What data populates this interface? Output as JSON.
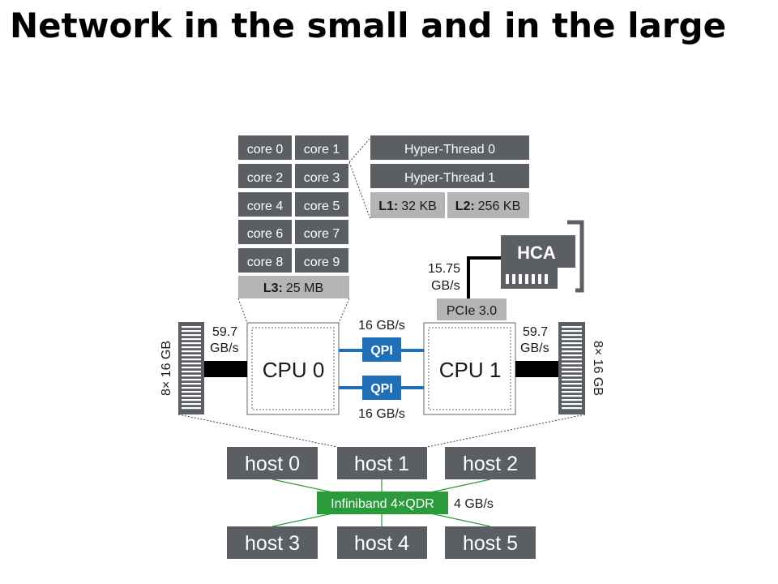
{
  "title": "Network in the small and in the large",
  "node": {
    "cores": [
      "core 0",
      "core 1",
      "core 2",
      "core 3",
      "core 4",
      "core 5",
      "core 6",
      "core 7",
      "core 8",
      "core 9"
    ],
    "l3": {
      "key": "L3:",
      "value": "25 MB"
    },
    "hyper_threads": [
      "Hyper-Thread 0",
      "Hyper-Thread 1"
    ],
    "l1": {
      "key": "L1:",
      "value": "32 KB"
    },
    "l2": {
      "key": "L2:",
      "value": "256 KB"
    },
    "hca": "HCA",
    "pcie_bandwidth": [
      "15.75",
      "GB/s"
    ],
    "pcie": "PCIe 3.0",
    "cpus": [
      "CPU 0",
      "CPU 1"
    ],
    "qpi": [
      "QPI",
      "QPI"
    ],
    "qpi_bandwidth": "16 GB/s",
    "mem_bandwidth": [
      "59.7",
      "GB/s"
    ],
    "memory": "8× 16 GB"
  },
  "cluster": {
    "hosts": [
      "host 0",
      "host 1",
      "host 2",
      "host 3",
      "host 4",
      "host 5"
    ],
    "interconnect": "Infiniband 4×QDR",
    "interconnect_bandwidth": "4 GB/s"
  },
  "colors": {
    "box": "#5b5f63",
    "cache": "#b4b4b4",
    "qpi": "#1f6fb8",
    "infiniband": "#2a9a3a"
  }
}
